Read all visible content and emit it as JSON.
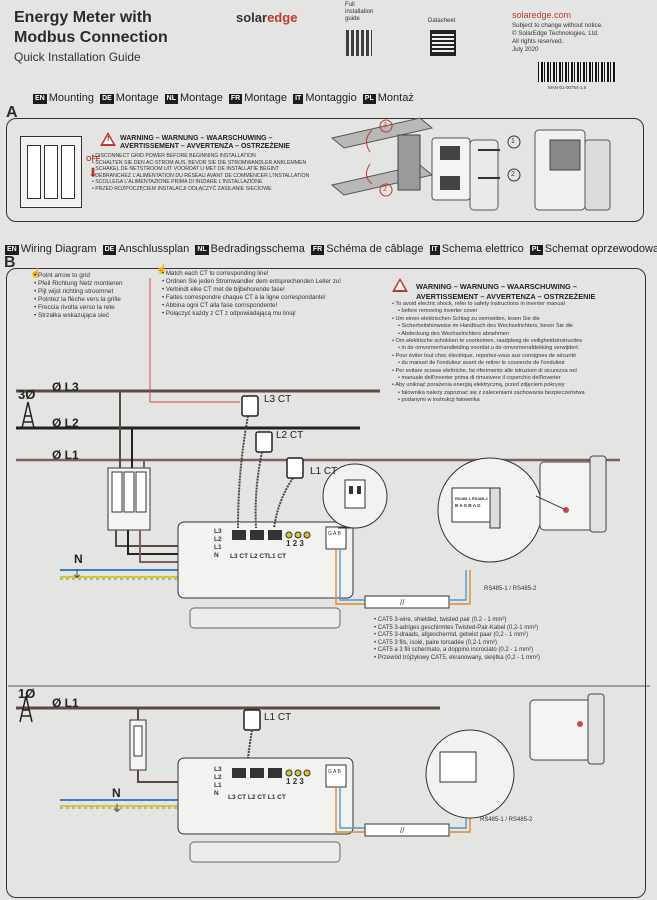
{
  "header": {
    "title_line1": "Energy Meter with",
    "title_line2": "Modbus Connection",
    "subtitle": "Quick Installation Guide",
    "logo_text": "solar",
    "logo_accent": "edge",
    "full_guide_1": "Full",
    "full_guide_2": "installation",
    "full_guide_3": "guide",
    "datasheet": "Datasheet",
    "site": "solaredge.com",
    "legal_1": "Subject to change without notice.",
    "legal_2": "© SolarEdge Technologies, Ltd.",
    "legal_3": "All rights reserved.",
    "date": "July 2020",
    "barcode_text": "MAN-01-00754-1.0"
  },
  "section_a": {
    "letter": "A",
    "langs": [
      {
        "code": "EN",
        "text": "Mounting"
      },
      {
        "code": "DE",
        "text": "Montage"
      },
      {
        "code": "NL",
        "text": "Montage"
      },
      {
        "code": "FR",
        "text": "Montage"
      },
      {
        "code": "IT",
        "text": "Montaggio"
      },
      {
        "code": "PL",
        "text": "Montaż"
      }
    ],
    "off_label": "OFF",
    "warning_title_1": "WARNING – WARNUNG – WAARSCHUWING –",
    "warning_title_2": "AVERTISSEMENT – AVVERTENZA – OSTRZEŻENIE",
    "warnings": [
      "DISCONNECT GRID POWER BEFORE BEGINNING INSTALLATION",
      "SCHALTEN SIE DEN AC-STROM AUS, BEVOR SIE DIE STROMWANDLER ANKLEMMEN",
      "SCHAKEL DE NETSTROOM UIT VOORDAT U MET DE INSTALLATIE BEGINT",
      "DÉBRANCHEZ L'ALIMENTATION DU RÉSEAU AVANT DE COMMENCER L'INSTALLATION",
      "SCOLLEGA L'ALIMENTAZIONE PRIMA DI INIZIARE L'INSTALLAZIONE",
      "PRZED ROZPOCZĘCIEM INSTALACJI ODŁĄCZYĆ ZASILANIE SIECIOWE"
    ],
    "steps": [
      "1",
      "2",
      "3",
      "2"
    ]
  },
  "section_b": {
    "letter": "B",
    "langs": [
      {
        "code": "EN",
        "text": "Wiring Diagram"
      },
      {
        "code": "DE",
        "text": "Anschlussplan"
      },
      {
        "code": "NL",
        "text": "Bedradingsschema"
      },
      {
        "code": "FR",
        "text": "Schéma de câblage"
      },
      {
        "code": "IT",
        "text": "Schema elettrico"
      },
      {
        "code": "PL",
        "text": "Schemat oprzewodowania"
      }
    ],
    "point_arrow": [
      "Point arrow to grid",
      "Pfeil Richtung Netz montieren",
      "Pijl wijst richting stroomnet",
      "Pointez la flèche vers la grille",
      "Freccia rivolta verso la rete",
      "Strzałka wskazująca sieć"
    ],
    "match_ct": [
      "Match each CT to corresponding line!",
      "Ordnen Sie jeden Stromwandler dem entsprechenden Leiter zu!",
      "Verbindt elke CT met de bijbehorende fase!",
      "Faites correspondre chaque CT à la ligne correspondante!",
      "Abbina ogni CT alla fase corrispondente!",
      "Połączyć każdy z CT z odpowiadającą mu linią!"
    ],
    "warning_title_1": "WARNING – WARNUNG – WAARSCHUWING –",
    "warning_title_2": "AVERTISSEMENT – AVVERTENZA – OSTRZEŻENIE",
    "warnings": [
      "To avoid electric shock, refer to safety instructions in inverter manual",
      "before removing inverter cover",
      "Um einen elektrischen Schlag zu vermeiden, lesen Sie die",
      "Sicherheitshinweise im Handbuch des Wechselrichters, bevor Sie die",
      "Abdeckung des Wechselrichters abnehmen",
      "Om elektrische schokken te voorkomen, raadpleeg de veiligheidsinstructies",
      "in de omvormerhandleiding voordat u de omvormerafdekking verwijdert.",
      "Pour éviter tout choc électrique, reportez-vous aux consignes de sécurité",
      "du manuel de l'onduleur avant de retirer le couvercle de l'onduleur",
      "Per evitare scosse elettriche, fai riferimento alle istruzioni di sicurezza nel",
      "manuale dell'inverter prima di rimuovere il coperchio dell'inverter",
      "Aby uniknąć porażenia energią elektryczną, przed zdjęciem pokrywy",
      "falownika należy zapoznać się z zaleceniami zachowania bezpieczeństwa",
      "podanymi w instrukcji falownika"
    ],
    "three_phase": {
      "label": "3Ø",
      "lines": [
        "Ø L3",
        "Ø L2",
        "Ø L1"
      ],
      "cts": [
        "L3 CT",
        "L2 CT",
        "L1 CT"
      ],
      "neutral": "N",
      "terminals_left": [
        "L3",
        "L2",
        "L1",
        "N"
      ],
      "ct_terminals": [
        "L3 CT",
        "L2 CT",
        "L1 CT"
      ],
      "leds": [
        "1",
        "2",
        "3"
      ],
      "gab": "G A B",
      "rs485_label": "RS485-1 / RS485-2",
      "rs485_box": "RS485-1 RS485-2",
      "bag": "B A G  B A G"
    },
    "cable_spec": [
      "CAT5 3-wire, shielded, twisted pair (0.2 - 1 mm²)",
      "CAT5 3-adriges geschirmtes Twisted-Pair-Kabel (0,2-1 mm²)",
      "CAT5 3-draads, afgeschermd, getwist paar (0,2 - 1 mm²)",
      "CAT5 3 fils, isolé, paire torsadée (0,2-1 mm²)",
      "CAT5 a 3 fili schermato, a doppino incrociato (0.2 - 1 mm²)",
      "Przewód trójżyłowy CAT5, ekranowany, skrętka (0,2 - 1 mm²)"
    ],
    "single_phase": {
      "label": "1Ø",
      "line": "Ø L1",
      "ct": "L1 CT",
      "neutral": "N",
      "terminals_left": [
        "L3",
        "L2",
        "L1",
        "N"
      ],
      "ct_terminals": [
        "L3 CT",
        "L2 CT",
        "L1 CT"
      ],
      "leds": [
        "1",
        "2",
        "3"
      ],
      "gab": "G A B",
      "rs485_label": "RS485-1 / RS485-2"
    }
  },
  "colors": {
    "phase_brown": "#5a3a2a",
    "phase_dark": "#2a2a2a",
    "phase_grey": "#7a7a7a",
    "neutral_blue": "#3a7fc1",
    "earth_green": "#6a9a3a",
    "earth_yellow": "#d8c23a",
    "signal_orange": "#e08a2a",
    "signal_blue": "#4a9ad8",
    "warning_red": "#c0392b",
    "ct_red": "#d04a4a"
  }
}
